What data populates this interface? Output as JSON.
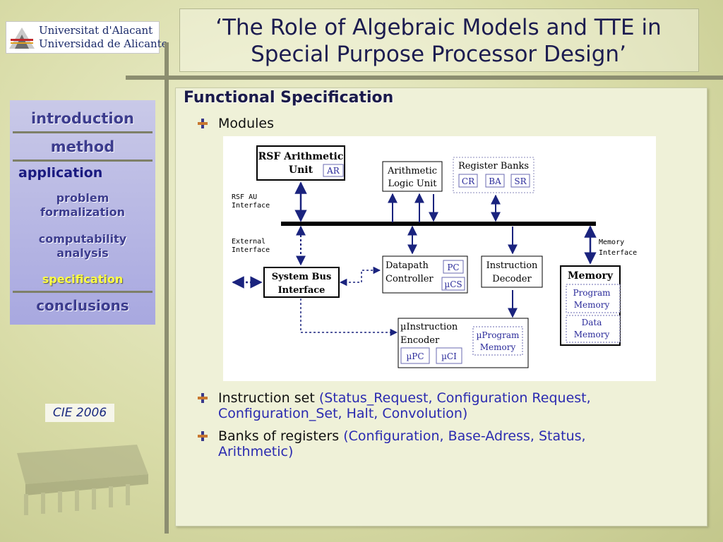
{
  "logo": {
    "line1": "Universitat d'Alacant",
    "line2": "Universidad de Alicante"
  },
  "title": {
    "line1": "‘The Role of Algebraic Models and TTE in",
    "line2": "Special Purpose Processor Design’"
  },
  "nav": {
    "items": [
      "introduction",
      "method"
    ],
    "application": "application",
    "sub": [
      {
        "l1": "problem",
        "l2": "formalization"
      },
      {
        "l1": "computability",
        "l2": "analysis"
      }
    ],
    "active": "specification",
    "conclusions": "conclusions"
  },
  "cie": "CIE 2006",
  "section_title": "Functional Specification",
  "bullets": {
    "modules": "Modules",
    "instruction_set": {
      "label": "Instruction set",
      "detail1": "(Status_Request, Configuration Request,",
      "detail2": "Configuration_Set, Halt, Convolution)"
    },
    "banks": {
      "label": "Banks of registers",
      "detail1": "(Configuration, Base-Adress, Status,",
      "detail2": "Arithmetic)"
    }
  },
  "diagram": {
    "rsf": {
      "l1": "RSF Arithmetic",
      "l2": "Unit",
      "tag": "AR"
    },
    "alu": {
      "l1": "Arithmetic",
      "l2": "Logic Unit"
    },
    "regbanks": {
      "title": "Register Banks",
      "cr": "CR",
      "ba": "BA",
      "sr": "SR"
    },
    "rsf_if": {
      "l1": "RSF AU",
      "l2": "Interface"
    },
    "ext_if": {
      "l1": "External",
      "l2": "Interface"
    },
    "mem_if": {
      "l1": "Memory",
      "l2": "Interface"
    },
    "sysbus": {
      "l1": "System Bus",
      "l2": "Interface"
    },
    "datapath": {
      "l1": "Datapath",
      "l2": "Controller",
      "pc": "PC",
      "ucs": "µCS"
    },
    "idec": {
      "l1": "Instruction",
      "l2": "Decoder"
    },
    "memory": {
      "title": "Memory",
      "prog1": "Program",
      "prog2": "Memory",
      "data1": "Data",
      "data2": "Memory"
    },
    "uenc": {
      "l1": "µInstruction",
      "l2": "Encoder",
      "upc": "µPC",
      "uci": "µCI",
      "uprog1": "µProgram",
      "uprog2": "Memory"
    }
  }
}
